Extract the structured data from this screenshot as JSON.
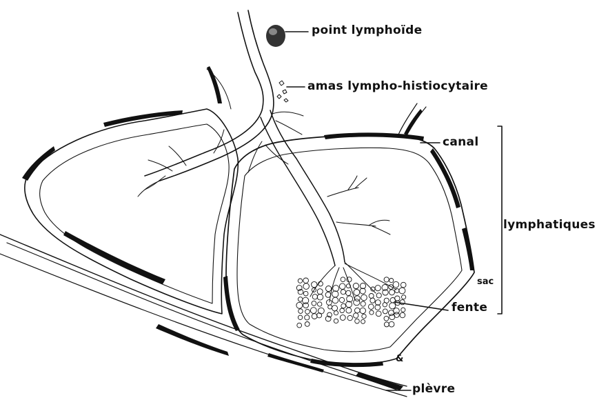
{
  "labels": {
    "point_lymphoide": "point lymphoïde",
    "amas": "amas lympho-histiocytaire",
    "canal": "canal",
    "lymphatiques": "lymphatiques",
    "sac": "sac",
    "fente": "fente",
    "plevre": "plèvre",
    "mark": "&"
  },
  "colors": {
    "ink": "#111111",
    "paper": "#ffffff"
  }
}
